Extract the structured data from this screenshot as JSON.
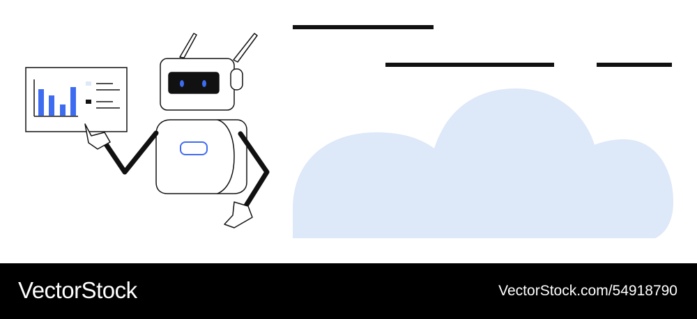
{
  "footer": {
    "brand": "VectorStock",
    "image_id_text": "VectorStock.com/54918790"
  },
  "colors": {
    "accent_blue": "#3d6cf0",
    "cloud": "#dde8f8",
    "ink": "#111111",
    "footer_bg": "#000000"
  },
  "icons": [
    "robot-illustration",
    "bar-chart-board-icon",
    "cloud-shape",
    "text-placeholder-line"
  ]
}
